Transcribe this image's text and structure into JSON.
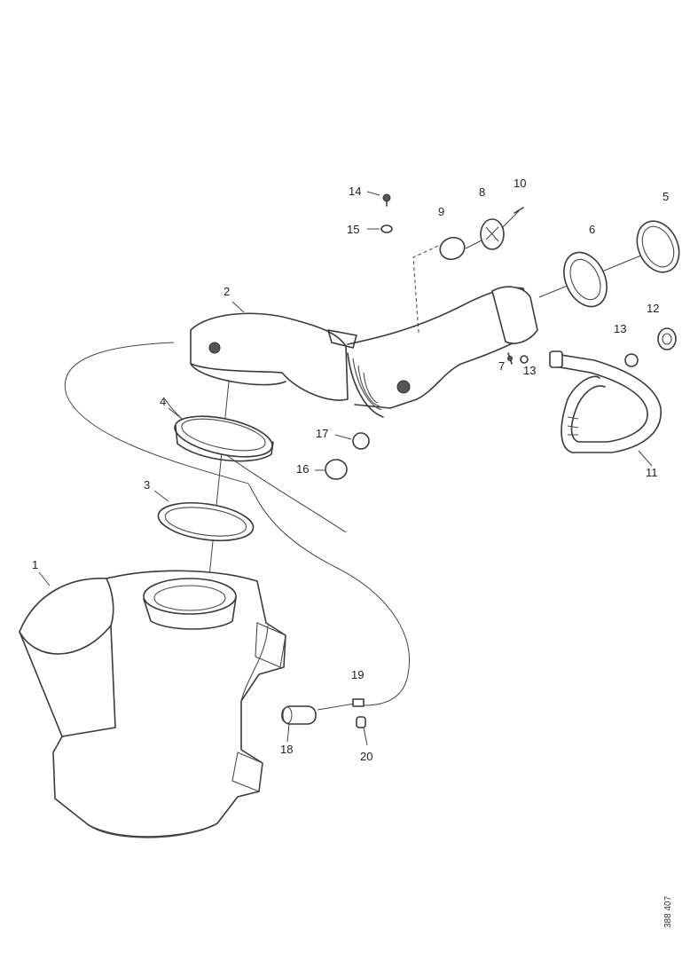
{
  "diagram": {
    "callouts": {
      "p1": "1",
      "p2": "2",
      "p3": "3",
      "p4": "4",
      "p5": "5",
      "p6": "6",
      "p7": "7",
      "p8": "8",
      "p9": "9",
      "p10": "10",
      "p11": "11",
      "p12": "12",
      "p13a": "13",
      "p13b": "13",
      "p14": "14",
      "p15": "15",
      "p16": "16",
      "p17": "17",
      "p18": "18",
      "p19": "19",
      "p20": "20"
    },
    "document_code": "388 407"
  }
}
